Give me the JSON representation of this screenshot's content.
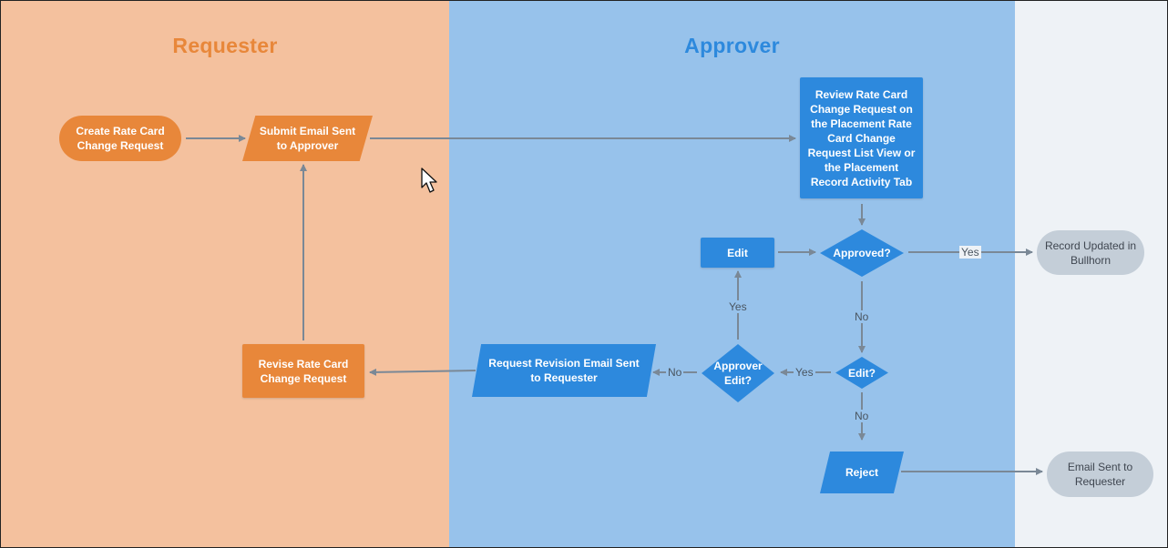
{
  "lanes": {
    "requester": "Requester",
    "approver": "Approver",
    "outcome": ""
  },
  "nodes": {
    "create_request": "Create Rate Card Change Request",
    "submit_email": "Submit Email Sent to Approver",
    "review_request": "Review Rate Card Change Request on the Placement Rate Card Change Request List View or  the Placement Record Activity Tab",
    "approved_decision": "Approved?",
    "edit_action": "Edit",
    "record_updated": "Record Updated in Bullhorn",
    "edit_decision": "Edit?",
    "approver_edit_decision": "Approver Edit?",
    "revision_email": "Request Revision Email Sent to Requester",
    "revise_request": "Revise Rate Card Change Request",
    "reject": "Reject",
    "email_requester": "Email Sent to Requester"
  },
  "edge_labels": {
    "approved_yes": "Yes",
    "approved_no": "No",
    "edit_yes": "Yes",
    "edit_no": "No",
    "approver_edit_yes": "Yes",
    "approver_edit_no": "No"
  },
  "colors": {
    "requester_lane": "#f4c19e",
    "approver_lane": "#97c2eb",
    "outcome_lane": "#eef2f6",
    "orange_shape": "#e8873a",
    "blue_shape": "#2d89dd",
    "grey_terminal": "#c4ced8",
    "connector": "#7a8896"
  },
  "icons": {
    "pointer": "mouse-cursor-icon"
  }
}
